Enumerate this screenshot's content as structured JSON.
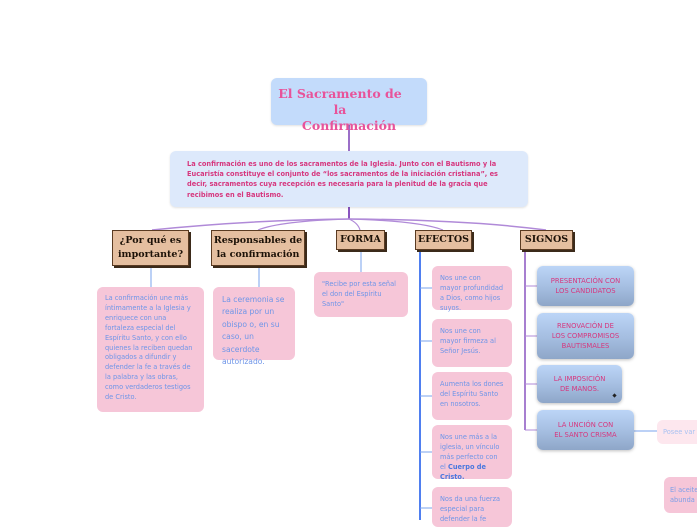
{
  "diagram": {
    "title_line1": "El Sacramento de la",
    "title_line2": "Confirmación",
    "intro": "La confirmación es uno de los sacramentos de la Iglesia. Junto con el Bautismo y la Eucaristía constituye el conjunto de “los sacramentos de la iniciación cristiana”, es decir, sacramentos cuya recepción es necesaria para la plenitud de la gracia que recibimos en el Bautismo.",
    "categories": {
      "why": "¿Por qué es importante?",
      "responsables": "Responsables de la confirmación",
      "forma": "FORMA",
      "efectos": "EFECTOS",
      "signos": "SIGNOS"
    },
    "why_text": "La confirmación une más íntimamente a la Iglesia y enriquece con una fortaleza especial del Espíritu Santo, y con ello quienes la reciben quedan obligados a difundir y defender la fe a través de la palabra y las obras, como verdaderos testigos de Cristo.",
    "responsables_text": "La ceremonia se realiza por un obispo o, en su caso, un sacerdote autorizado.",
    "forma_text": "\"Recibe por esta señal el don del Espíritu Santo\"",
    "efectos": [
      "Nos une con mayor profundidad a Dios, como hijos suyos.",
      "Nos une con mayor firmeza al Señor Jesús.",
      "Aumenta los dones del Espíritu Santo en nosotros.",
      "Nos une más a la iglesia, un vínculo más perfecto con el",
      "Nos da una fuerza especial para defender la fe"
    ],
    "efectos_4_bold": "Cuerpo de Cristo.",
    "signos": [
      "PRESENTACIÓN CON LOS CANDIDATOS",
      "RENOVACIÓN DE LOS COMPROMISOS BAUTISMALES",
      "LA IMPOSICIÓN DE MANOS.",
      "LA UNCIÓN CON EL SANTO CRISMA"
    ],
    "uncion_detail_1": "Posee var",
    "uncion_detail_2": "El aceite abunda"
  },
  "colors": {
    "title_text": "#e8539a",
    "title_bg": "#c3dbfb",
    "intro_bg": "#dde9fb",
    "category_bg": "#e5bfa0",
    "pink_box": "#f6c6d8",
    "pink_text": "#6e95e8",
    "connector_purple": "#9b6fc8",
    "connector_blue": "#4f7ff0"
  }
}
